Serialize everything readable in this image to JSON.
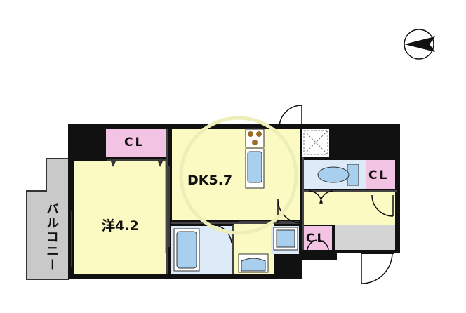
{
  "rooms": {
    "western_room": "洋4.2",
    "dining_kitchen": "DK5.7",
    "balcony": "バルコニー",
    "closet_top": "CL",
    "closet_toilet": "CL",
    "closet_entry": "CL"
  },
  "colors": {
    "wall": "#111111",
    "western_floor": "#fafac2",
    "kitchen_floor": "#fafac2",
    "closet": "#f3c3e3",
    "wet_area": "#ddeaf7",
    "fixture": "#a9cfee",
    "balcony": "#c9c9c9",
    "entry_floor": "#d4d4d4"
  },
  "icons": [
    "north-arrow-icon",
    "door-swing-icon",
    "toilet-icon",
    "bathtub-icon",
    "washbasin-icon",
    "kitchen-sink-icon",
    "stove-icon"
  ]
}
